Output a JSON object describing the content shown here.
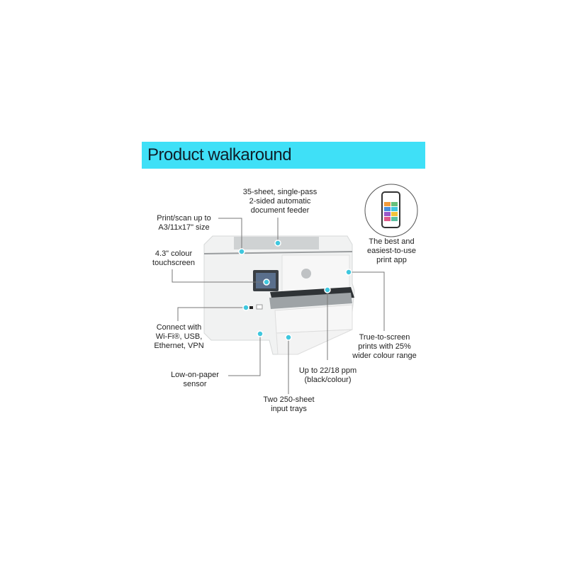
{
  "title": "Product walkaround",
  "accent_color": "#3fe0f7",
  "callouts": {
    "adf": [
      "35-sheet, single-pass",
      "2-sided automatic",
      "document feeder"
    ],
    "print_scan": [
      "Print/scan up to",
      "A3/11x17\" size"
    ],
    "touchscreen": [
      "4.3\" colour",
      "touchscreen"
    ],
    "app": [
      "The best and",
      "easiest-to-use",
      "print app"
    ],
    "connect": [
      "Connect with",
      "Wi-Fi®, USB,",
      "Ethernet, VPN"
    ],
    "true_to_screen": [
      "True-to-screen",
      "prints with 25%",
      "wider colour range"
    ],
    "low_paper": [
      "Low-on-paper",
      "sensor"
    ],
    "ppm": [
      "Up to 22/18 ppm",
      "(black/colour)"
    ],
    "trays": [
      "Two 250-sheet",
      "input trays"
    ]
  }
}
